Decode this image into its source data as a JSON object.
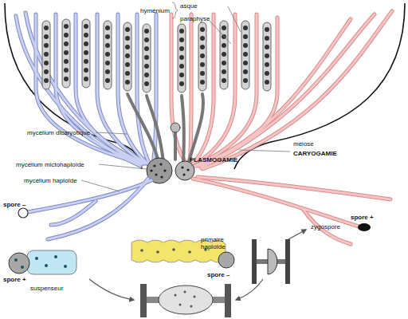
{
  "diagram": {
    "labels": [
      "hymènium",
      "asque",
      "paraphyse",
      "mycélium dicaryotique",
      "méiose",
      "CARYOGAMIE",
      "mycélium mictohaploïde",
      "PLASMOGAMIE",
      "mycélium haploïde",
      "spore –",
      "spore +",
      "primaire haploïde",
      "zygospore",
      "spore +",
      "spore –",
      "suspenseur"
    ]
  }
}
